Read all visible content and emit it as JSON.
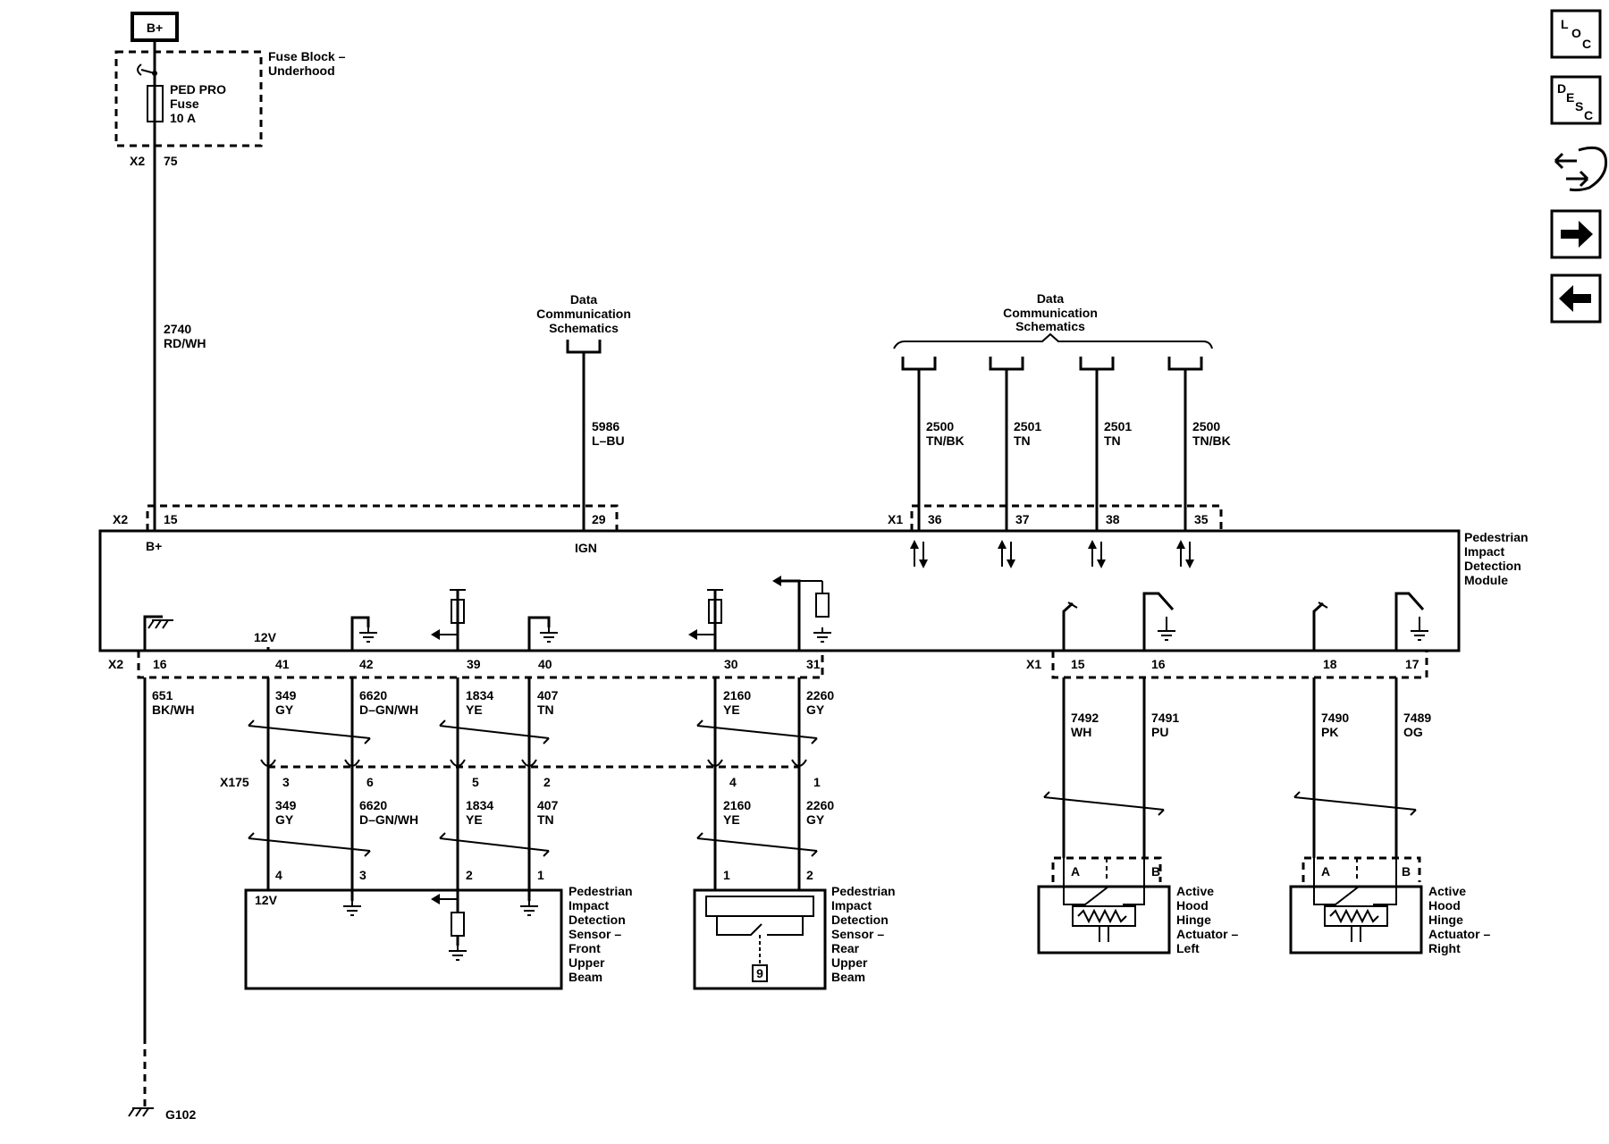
{
  "power": {
    "label": "B+"
  },
  "fuse_block": {
    "title_line1": "Fuse Block –",
    "title_line2": "Underhood",
    "fuse_line1": "PED PRO",
    "fuse_line2": "Fuse",
    "fuse_line3": "10 A",
    "connector": "X2",
    "pin": "75"
  },
  "wires": {
    "w2740": {
      "circuit": "2740",
      "color": "RD/WH"
    },
    "w5986": {
      "circuit": "5986",
      "color": "L–BU"
    },
    "w2500a": {
      "circuit": "2500",
      "color": "TN/BK"
    },
    "w2501a": {
      "circuit": "2501",
      "color": "TN"
    },
    "w2501b": {
      "circuit": "2501",
      "color": "TN"
    },
    "w2500b": {
      "circuit": "2500",
      "color": "TN/BK"
    },
    "w651": {
      "circuit": "651",
      "color": "BK/WH"
    },
    "w349": {
      "circuit": "349",
      "color": "GY"
    },
    "w6620": {
      "circuit": "6620",
      "color": "D–GN/WH"
    },
    "w1834": {
      "circuit": "1834",
      "color": "YE"
    },
    "w407": {
      "circuit": "407",
      "color": "TN"
    },
    "w2160": {
      "circuit": "2160",
      "color": "YE"
    },
    "w2260": {
      "circuit": "2260",
      "color": "GY"
    },
    "w7492": {
      "circuit": "7492",
      "color": "WH"
    },
    "w7491": {
      "circuit": "7491",
      "color": "PU"
    },
    "w7490": {
      "circuit": "7490",
      "color": "PK"
    },
    "w7489": {
      "circuit": "7489",
      "color": "OG"
    }
  },
  "refs": {
    "data_comm_line1": "Data",
    "data_comm_line2": "Communication",
    "data_comm_line3": "Schematics"
  },
  "module": {
    "line1": "Pedestrian",
    "line2": "Impact",
    "line3": "Detection",
    "line4": "Module",
    "bplus": "B+",
    "ign": "IGN",
    "twelve_v": "12V"
  },
  "connectors": {
    "x2": "X2",
    "x1": "X1",
    "x175": "X175",
    "top_pins": {
      "p15": "15",
      "p29": "29",
      "p36": "36",
      "p37": "37",
      "p38": "38",
      "p35": "35"
    },
    "bottom_pins": {
      "p16": "16",
      "p41": "41",
      "p42": "42",
      "p39": "39",
      "p40": "40",
      "p30": "30",
      "p31": "31",
      "p15": "15",
      "p16b": "16",
      "p18": "18",
      "p17": "17"
    },
    "x175_pins": {
      "p3": "3",
      "p6": "6",
      "p5": "5",
      "p2": "2",
      "p4": "4",
      "p1": "1"
    }
  },
  "front_sensor": {
    "line1": "Pedestrian",
    "line2": "Impact",
    "line3": "Detection",
    "line4": "Sensor –",
    "line5": "Front",
    "line6": "Upper",
    "line7": "Beam",
    "twelve_v": "12V",
    "pin4": "4",
    "pin3": "3",
    "pin2": "2",
    "pin1": "1"
  },
  "rear_sensor": {
    "line1": "Pedestrian",
    "line2": "Impact",
    "line3": "Detection",
    "line4": "Sensor –",
    "line5": "Rear",
    "line6": "Upper",
    "line7": "Beam",
    "pin1": "1",
    "pin2": "2",
    "badge": "9"
  },
  "actuator_left": {
    "line1": "Active",
    "line2": "Hood",
    "line3": "Hinge",
    "line4": "Actuator –",
    "line5": "Left",
    "pinA": "A",
    "pinB": "B"
  },
  "actuator_right": {
    "line1": "Active",
    "line2": "Hood",
    "line3": "Hinge",
    "line4": "Actuator –",
    "line5": "Right",
    "pinA": "A",
    "pinB": "B"
  },
  "ground": {
    "label": "G102"
  },
  "nav": {
    "loc_l": "L",
    "loc_o": "O",
    "loc_c": "C",
    "desc_d": "D",
    "desc_e": "E",
    "desc_s": "S",
    "desc_c": "C",
    "icons": [
      "location-icon",
      "description-icon",
      "connector-icon",
      "next-arrow-icon",
      "previous-arrow-icon"
    ]
  }
}
